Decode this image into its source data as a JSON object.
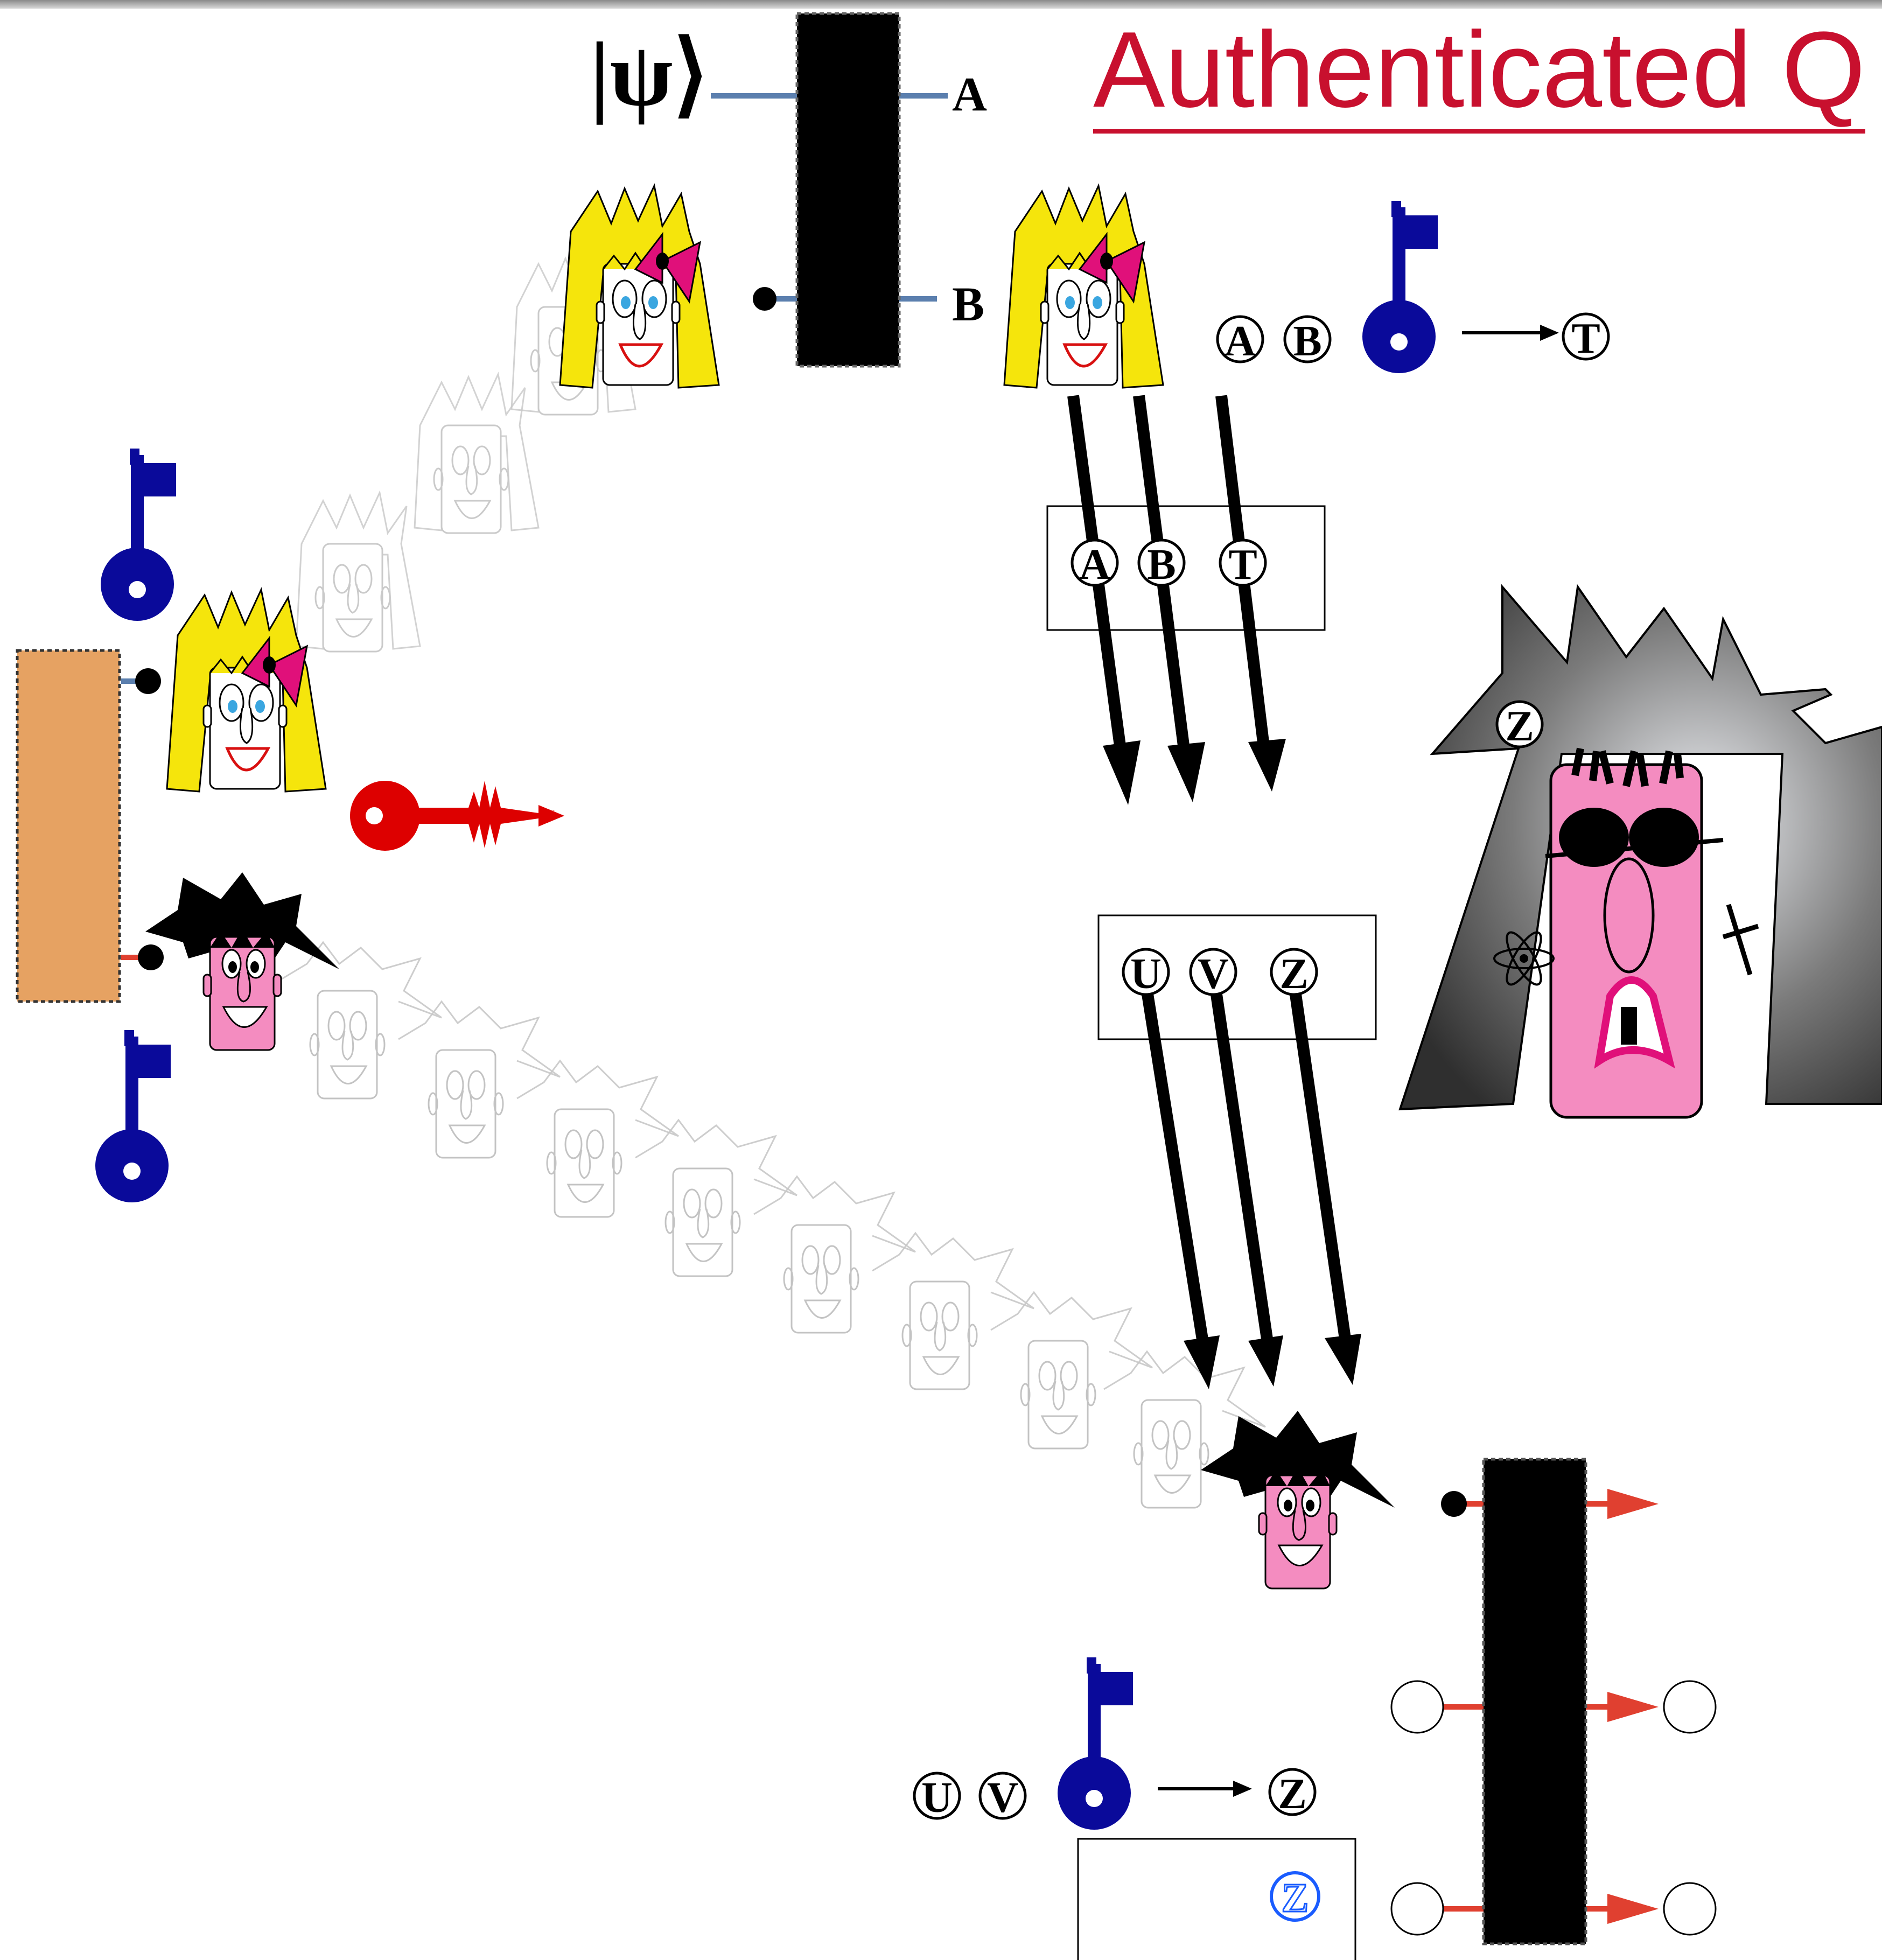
{
  "title": "Authenticated Q",
  "ket": "|ψ⟩",
  "wire_labels": {
    "a": "A",
    "b": "B"
  },
  "alice_label_row": [
    "A",
    "B"
  ],
  "alice_label_result": "T",
  "box1_labels": [
    "A",
    "B",
    "T"
  ],
  "box2_labels": [
    "U",
    "V",
    "Z"
  ],
  "bob_label_row": [
    "U",
    "V"
  ],
  "bob_label_result": "Z",
  "eve_label": "Z",
  "box3_label": "Z",
  "colors": {
    "title": "#c8102e",
    "key_blue": "#0a0a9a",
    "key_red": "#dd0000",
    "wire_blue": "#5b7fae",
    "wire_red": "#e04030",
    "resource_box": "#e6a262",
    "alice_hair": "#f5e50c",
    "bow": "#e0107a",
    "bob_face": "#f48cc0"
  },
  "icons": [
    "key-icon",
    "red-key-icon",
    "alice-figure",
    "bob-figure",
    "eve-figure",
    "quantum-device"
  ]
}
